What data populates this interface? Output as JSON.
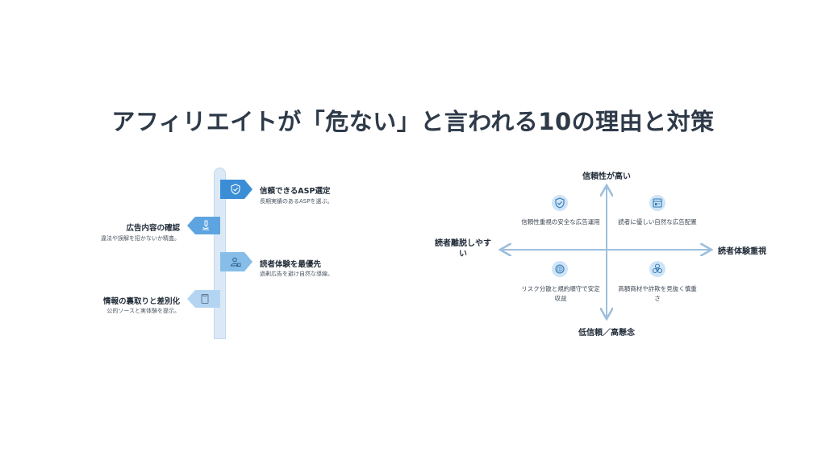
{
  "title": "アフィリエイトが「危ない」と言われる10の理由と対策",
  "timeline": {
    "steps": [
      {
        "title": "信頼できるASP選定",
        "desc": "長期実績のあるASPを選ぶ。",
        "icon": "shield-check-icon",
        "side": "right",
        "color": "#3b8ed6"
      },
      {
        "title": "広告内容の確認",
        "desc": "違法や誤解を招かないか精査。",
        "icon": "microscope-icon",
        "side": "left",
        "color": "#5ea4e0"
      },
      {
        "title": "読者体験を最優先",
        "desc": "過剰広告を避け自然な導線。",
        "icon": "user-lock-icon",
        "side": "right",
        "color": "#86bde9"
      },
      {
        "title": "情報の裏取りと差別化",
        "desc": "公的ソースと実体験を提示。",
        "icon": "document-icon",
        "side": "left",
        "color": "#b3d5f2"
      }
    ]
  },
  "quadrant": {
    "axis_top": "信頼性が高い",
    "axis_bottom": "低信頼／高懸念",
    "axis_left": "読者離脱しやす\nい",
    "axis_right": "読者体験重視",
    "cells": [
      {
        "text": "信頼性重視の安全な広告運用",
        "icon": "shield-check-icon",
        "pos": "top-left"
      },
      {
        "text": "読者に優しい自然な広告配置",
        "icon": "browser-window-icon",
        "pos": "top-right"
      },
      {
        "text": "リスク分散と規約順守で安定収益",
        "icon": "coin-icon",
        "pos": "bottom-left"
      },
      {
        "text": "高額商材や詐欺を見抜く慎重さ",
        "icon": "biohazard-icon",
        "pos": "bottom-right"
      }
    ],
    "colors": {
      "axis": "#9dbfdd",
      "icon_bg": "#cfe4f6",
      "icon_stroke": "#2f78b7"
    }
  }
}
